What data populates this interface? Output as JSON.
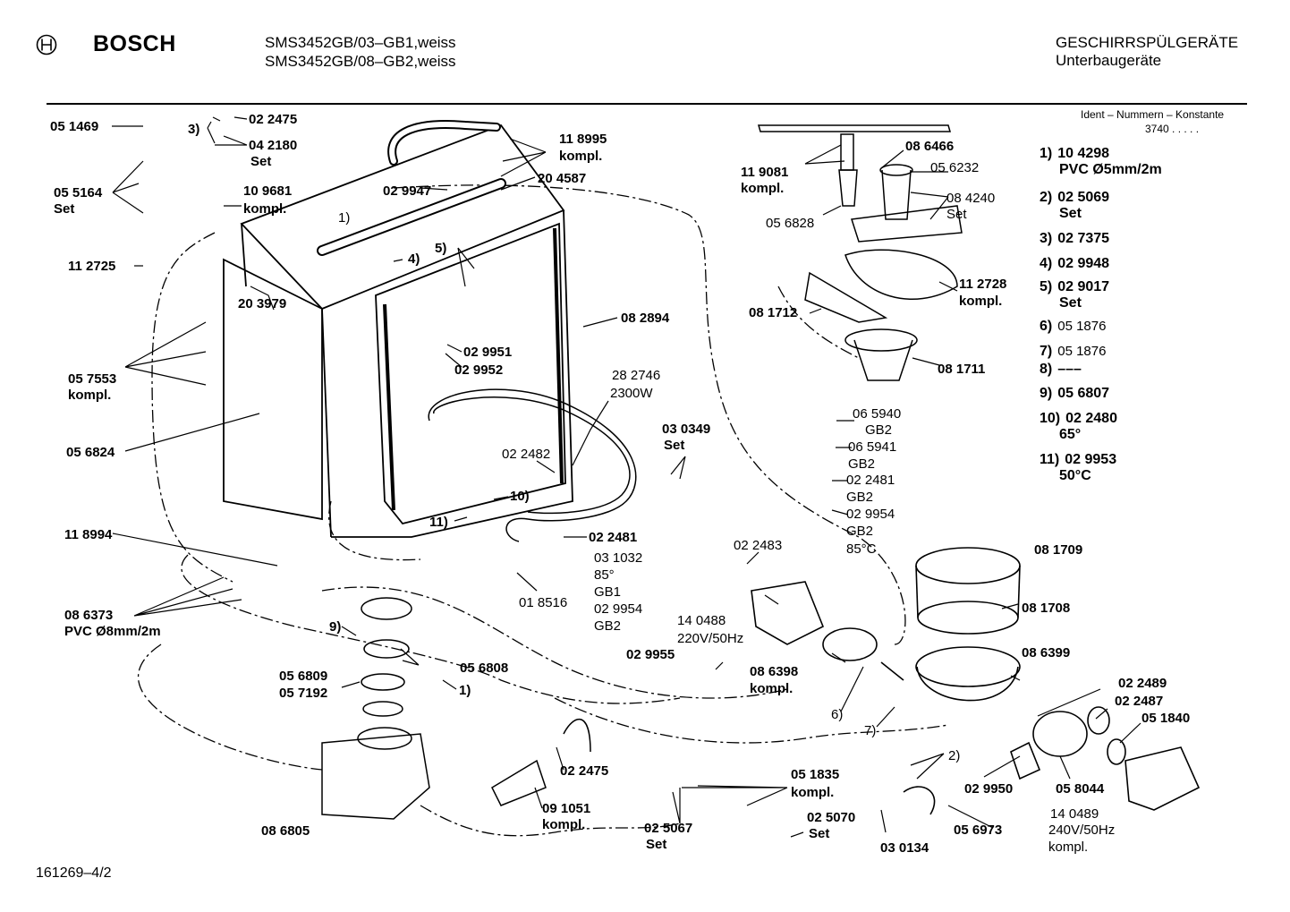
{
  "header": {
    "brand": "BOSCH",
    "models": [
      "SMS3452GB/03–GB1,weiss",
      "SMS3452GB/08–GB2,weiss"
    ],
    "category": "GESCHIRRSPÜLGERÄTE",
    "subcategory": "Unterbaugeräte"
  },
  "ident": {
    "title": "Ident – Nummern – Konstante",
    "value": "3740  .  .  .  .  ."
  },
  "footnotes": [
    {
      "key": "1)",
      "value": "10 4298",
      "sub": "PVC Ø5mm/2m"
    },
    {
      "key": "2)",
      "value": "02 5069",
      "sub": "Set"
    },
    {
      "key": "3)",
      "value": "02 7375",
      "sub": ""
    },
    {
      "key": "4)",
      "value": "02 9948",
      "sub": ""
    },
    {
      "key": "5)",
      "value": "02 9017",
      "sub": "Set"
    },
    {
      "key": "6)",
      "value": "05 1876",
      "sub": ""
    },
    {
      "key": "7)",
      "value": "05 1876",
      "sub": ""
    },
    {
      "key": "8)",
      "value": "–––",
      "sub": ""
    },
    {
      "key": "9)",
      "value": "05 6807",
      "sub": ""
    },
    {
      "key": "10)",
      "value": "02 2480",
      "sub": "65°"
    },
    {
      "key": "11)",
      "value": "02 9953",
      "sub": "50°C"
    }
  ],
  "labels": [
    {
      "id": "l1",
      "text": "05 1469"
    },
    {
      "id": "l2",
      "text": "3)"
    },
    {
      "id": "l3",
      "text": "02 2475"
    },
    {
      "id": "l4",
      "text": "04 2180"
    },
    {
      "id": "l5",
      "text": "Set"
    },
    {
      "id": "l6",
      "text": "05 5164"
    },
    {
      "id": "l7",
      "text": "Set"
    },
    {
      "id": "l8",
      "text": "10 9681"
    },
    {
      "id": "l9",
      "text": "kompl."
    },
    {
      "id": "l10",
      "text": "11 2725"
    },
    {
      "id": "l11",
      "text": "20 3979"
    },
    {
      "id": "l12",
      "text": "1)"
    },
    {
      "id": "l13",
      "text": "02 9947"
    },
    {
      "id": "l14",
      "text": "20 4587"
    },
    {
      "id": "l15",
      "text": "11 8995"
    },
    {
      "id": "l16",
      "text": "kompl."
    },
    {
      "id": "l17",
      "text": "5)"
    },
    {
      "id": "l18",
      "text": "4)"
    },
    {
      "id": "l19",
      "text": "08 2894"
    },
    {
      "id": "l20",
      "text": "02 9951"
    },
    {
      "id": "l21",
      "text": "02 9952"
    },
    {
      "id": "l22",
      "text": "05 7553"
    },
    {
      "id": "l23",
      "text": "kompl."
    },
    {
      "id": "l24",
      "text": "28 2746"
    },
    {
      "id": "l25",
      "text": "2300W"
    },
    {
      "id": "l26",
      "text": "05 6824"
    },
    {
      "id": "l27",
      "text": "02 2482"
    },
    {
      "id": "l28",
      "text": "03 0349"
    },
    {
      "id": "l29",
      "text": "Set"
    },
    {
      "id": "l30",
      "text": "10)"
    },
    {
      "id": "l31",
      "text": "11)"
    },
    {
      "id": "l32",
      "text": "11 8994"
    },
    {
      "id": "l33",
      "text": "02 2481"
    },
    {
      "id": "l34",
      "text": "03 1032"
    },
    {
      "id": "l35",
      "text": "85°"
    },
    {
      "id": "l36",
      "text": "GB1"
    },
    {
      "id": "l37",
      "text": "02 9954"
    },
    {
      "id": "l38",
      "text": "GB2"
    },
    {
      "id": "l39",
      "text": "01 8516"
    },
    {
      "id": "l40",
      "text": "08 6373"
    },
    {
      "id": "l41",
      "text": "PVC Ø8mm/2m"
    },
    {
      "id": "l42",
      "text": "9)"
    },
    {
      "id": "l43",
      "text": "05 6809"
    },
    {
      "id": "l44",
      "text": "05 6808"
    },
    {
      "id": "l45",
      "text": "05 7192"
    },
    {
      "id": "l46",
      "text": "1)"
    },
    {
      "id": "l47",
      "text": "02 2475"
    },
    {
      "id": "l48",
      "text": "09 1051"
    },
    {
      "id": "l49",
      "text": "kompl."
    },
    {
      "id": "l50",
      "text": "08 6805"
    },
    {
      "id": "l51",
      "text": "05 1835"
    },
    {
      "id": "l52",
      "text": "kompl."
    },
    {
      "id": "l53",
      "text": "02 5067"
    },
    {
      "id": "l54",
      "text": "Set"
    },
    {
      "id": "l55",
      "text": "02 5070"
    },
    {
      "id": "l56",
      "text": "Set"
    },
    {
      "id": "l57",
      "text": "08 6466"
    },
    {
      "id": "l58",
      "text": "11 9081"
    },
    {
      "id": "l59",
      "text": "kompl."
    },
    {
      "id": "l60",
      "text": "05 6232"
    },
    {
      "id": "l61",
      "text": "08 4240"
    },
    {
      "id": "l62",
      "text": "Set"
    },
    {
      "id": "l63",
      "text": "05 6828"
    },
    {
      "id": "l64",
      "text": "11 2728"
    },
    {
      "id": "l65",
      "text": "kompl."
    },
    {
      "id": "l66",
      "text": "08 1712"
    },
    {
      "id": "l67",
      "text": "08 1711"
    },
    {
      "id": "l68",
      "text": "06 5940"
    },
    {
      "id": "l69",
      "text": "GB2"
    },
    {
      "id": "l70",
      "text": "06 5941"
    },
    {
      "id": "l71",
      "text": "GB2"
    },
    {
      "id": "l72",
      "text": "02 2481"
    },
    {
      "id": "l73",
      "text": "GB2"
    },
    {
      "id": "l74",
      "text": "02 9954"
    },
    {
      "id": "l75",
      "text": "GB2"
    },
    {
      "id": "l76",
      "text": "85°C"
    },
    {
      "id": "l77",
      "text": "02 2483"
    },
    {
      "id": "l78",
      "text": "08 1709"
    },
    {
      "id": "l79",
      "text": "08 1708"
    },
    {
      "id": "l80",
      "text": "14 0488"
    },
    {
      "id": "l81",
      "text": "220V/50Hz"
    },
    {
      "id": "l82",
      "text": "02 9955"
    },
    {
      "id": "l83",
      "text": "08 6398"
    },
    {
      "id": "l84",
      "text": "kompl."
    },
    {
      "id": "l85",
      "text": "08 6399"
    },
    {
      "id": "l86",
      "text": "6)"
    },
    {
      "id": "l87",
      "text": "7)"
    },
    {
      "id": "l88",
      "text": "02 2489"
    },
    {
      "id": "l89",
      "text": "02 2487"
    },
    {
      "id": "l90",
      "text": "05 1840"
    },
    {
      "id": "l91",
      "text": "2)"
    },
    {
      "id": "l92",
      "text": "02 9950"
    },
    {
      "id": "l93",
      "text": "05 8044"
    },
    {
      "id": "l94",
      "text": "14 0489"
    },
    {
      "id": "l95",
      "text": "240V/50Hz"
    },
    {
      "id": "l96",
      "text": "kompl."
    },
    {
      "id": "l97",
      "text": "05 6973"
    },
    {
      "id": "l98",
      "text": "03 0134"
    }
  ],
  "footer": {
    "code": "161269–4/2"
  }
}
